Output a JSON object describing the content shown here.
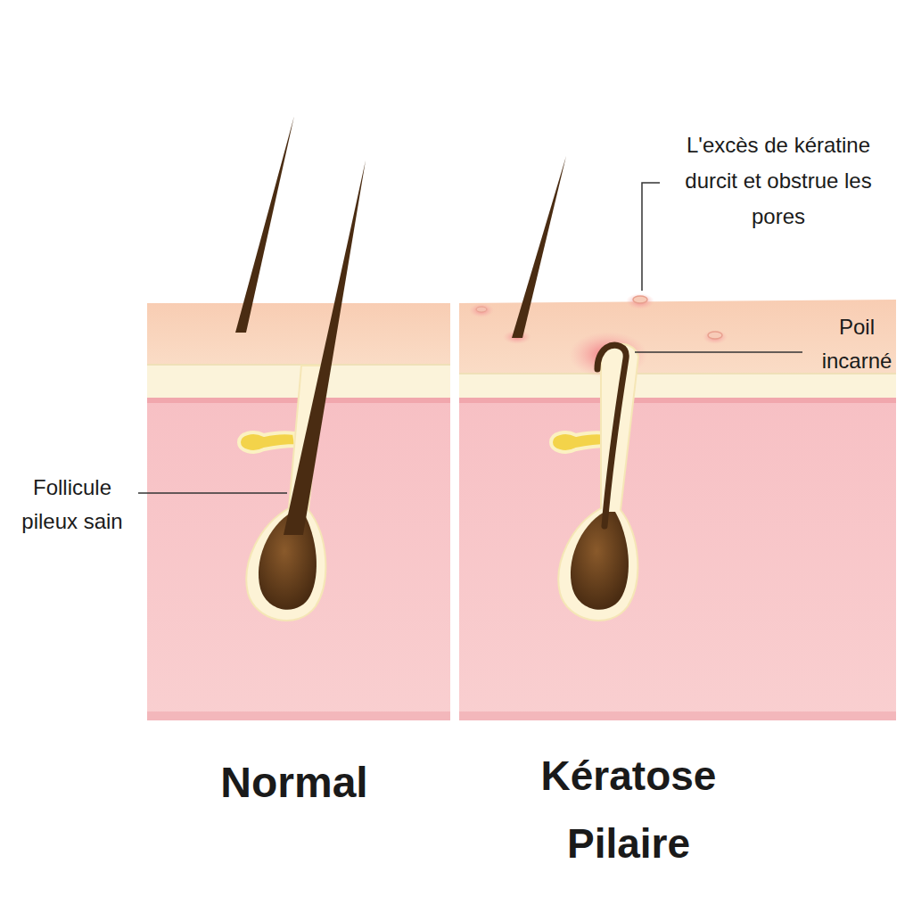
{
  "diagram": {
    "labels": [
      "L'excès de kératine durcit et obstrue les pores",
      "Poil incarné",
      "Follicule pileux sain",
      "Normal",
      "Kératose Pilaire"
    ]
  }
}
